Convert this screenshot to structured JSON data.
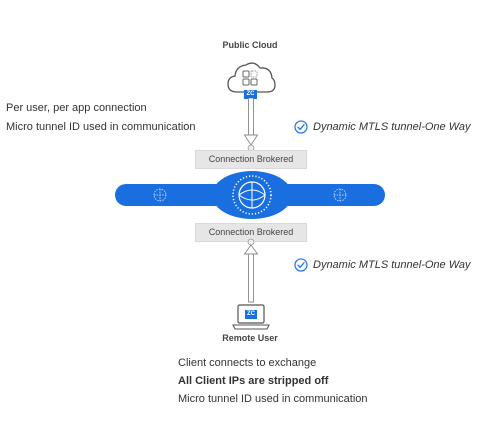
{
  "top_node": {
    "label": "Public Cloud",
    "badge": "ZC"
  },
  "bottom_node": {
    "label": "Remote User",
    "badge": "ZC"
  },
  "left_notes": [
    "Per user, per app connection",
    "Micro tunnel ID used in communication"
  ],
  "tunnel_labels": {
    "top": "Dynamic MTLS tunnel-One Way",
    "bottom": "Dynamic MTLS tunnel-One Way"
  },
  "brokered": {
    "top": "Connection Brokered",
    "bottom": "Connection Brokered"
  },
  "bottom_notes": {
    "line1": "Client connects to exchange",
    "line2": "All Client IPs are stripped off",
    "line3": "Micro tunnel ID used in communication"
  },
  "colors": {
    "accent": "#1a6fe0",
    "check": "#2f7de1",
    "box": "#e6e6e6"
  }
}
